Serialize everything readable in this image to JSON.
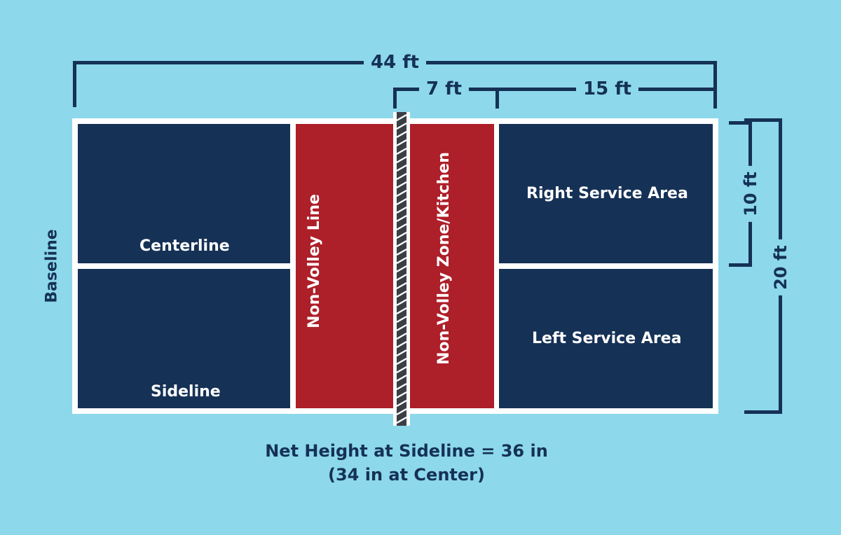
{
  "dimensions": {
    "total_length": "44 ft",
    "kitchen_length": "7 ft",
    "service_length": "15 ft",
    "half_width": "10 ft",
    "total_width": "20 ft"
  },
  "labels": {
    "baseline": "Baseline",
    "centerline": "Centerline",
    "sideline": "Sideline",
    "non_volley_line": "Non-Volley Line",
    "non_volley_zone": "Non-Volley Zone/Kitchen",
    "right_service_area": "Right Service Area",
    "left_service_area": "Left Service Area"
  },
  "net_note": {
    "line1": "Net Height at Sideline = 36 in",
    "line2": "(34 in at Center)"
  },
  "colors": {
    "background": "#8dd8ea",
    "navy": "#153156",
    "red": "#ad1f29",
    "court_lines": "#ffffff",
    "net": "#3a3f46"
  }
}
